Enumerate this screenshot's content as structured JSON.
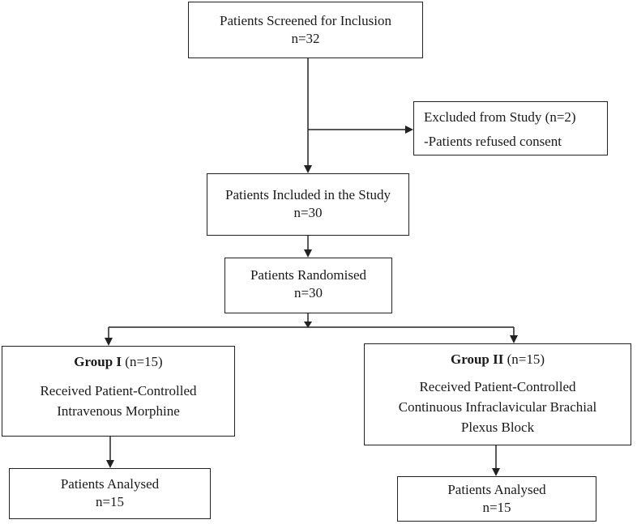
{
  "flowchart": {
    "screened": {
      "title": "Patients Screened for Inclusion",
      "count": "n=32"
    },
    "excluded": {
      "title": "Excluded from Study (n=2)",
      "reason": "-Patients refused consent"
    },
    "included": {
      "title": "Patients Included in the Study",
      "count": "n=30"
    },
    "randomised": {
      "title": "Patients Randomised",
      "count": "n=30"
    },
    "group1": {
      "name": "Group I",
      "count": "(n=15)",
      "line1": "Received Patient-Controlled",
      "line2": "Intravenous Morphine"
    },
    "group2": {
      "name": "Group II",
      "count": "(n=15)",
      "line1": "Received Patient-Controlled",
      "line2": "Continuous Infraclavicular Brachial",
      "line3": "Plexus Block"
    },
    "analysed1": {
      "title": "Patients Analysed",
      "count": "n=15"
    },
    "analysed2": {
      "title": "Patients Analysed",
      "count": "n=15"
    }
  },
  "colors": {
    "line": "#222222",
    "text": "#1a1a1a",
    "background": "#ffffff"
  }
}
